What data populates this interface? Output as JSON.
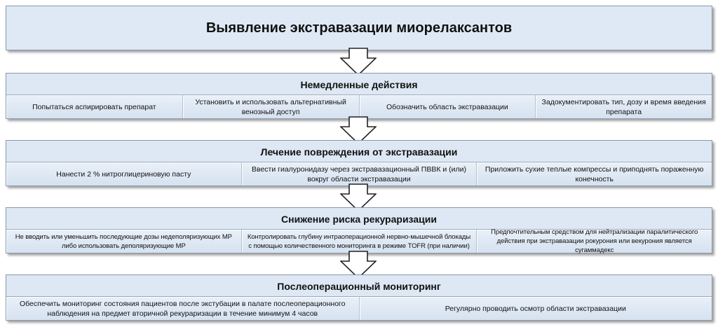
{
  "title": "Выявление экстравазации миорелаксантов",
  "sections": [
    {
      "heading": "Немедленные действия",
      "items": [
        "Попытаться аспирировать препарат",
        "Установить и использовать альтернативный венозный доступ",
        "Обозначить область экстравазации",
        "Задокументировать тип, дозу и время введения препарата"
      ]
    },
    {
      "heading": "Лечение повреждения от экстравазации",
      "items": [
        "Нанести 2 % нитроглицериновую пасту",
        "Ввести гиалуронидазу через экстравазационный ПВВК и (или) вокруг области экстравазации",
        "Приложить сухие теплые компрессы и приподнять пораженную конечность"
      ]
    },
    {
      "heading": "Снижение риска рекураризации",
      "items": [
        "Не вводить или уменьшить последующие дозы недеполяризующих МР либо использовать деполяризующие МР",
        "Контролировать глубину интраоперационной нервно-мышечной блокады с помощью количественного мониторинга в режиме TOFR (при наличии)",
        "Предпочтительным средством для нейтрализации паралитического действия при экстравазации рокурония или векурония является сугаммадекс"
      ]
    },
    {
      "heading": "Послеоперационный мониторинг",
      "items": [
        "Обеспечить мониторинг состояния пациентов после экстубации в палате послеоперационного наблюдения на предмет вторичной рекураризации в течение минимум 4 часов",
        "Регулярно проводить осмотр области экстравазации"
      ]
    }
  ],
  "colors": {
    "box_fill": "#dfe9f5",
    "border": "#8a98aa",
    "arrow_fill": "#ffffff",
    "arrow_stroke": "#222222"
  }
}
